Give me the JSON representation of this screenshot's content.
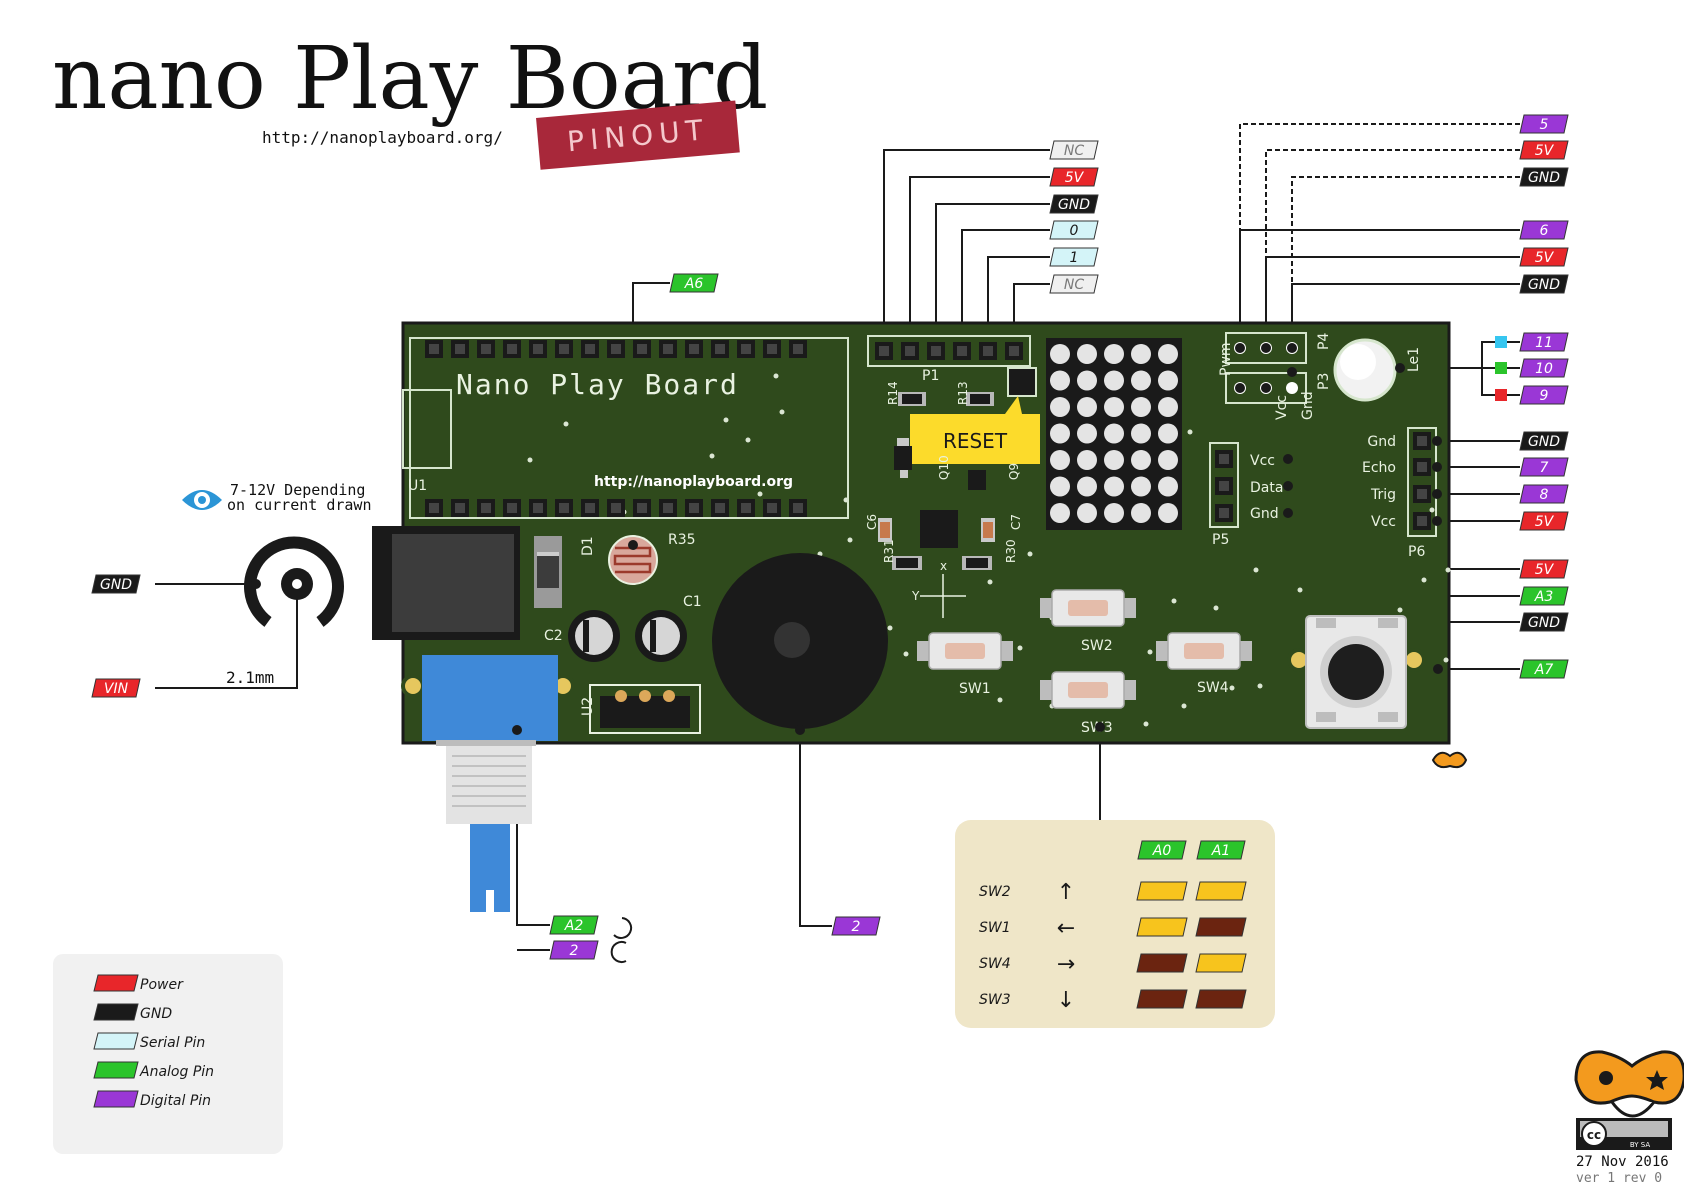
{
  "header": {
    "title": "nano Play Board",
    "url": "http://nanoplayboard.org/",
    "pinout_badge": "PINOUT"
  },
  "colors": {
    "power": "#e8262a",
    "gnd": "#1a1a1a",
    "serial": "#d4f4f8",
    "analog": "#2bc42b",
    "digital": "#9a37d6",
    "nc": "#f0f0f0",
    "pcb": "#2f4a1c",
    "reset": "#fcdb2b"
  },
  "board": {
    "silk_title": "Nano Play Board",
    "silk_url": "http://nanoplayboard.org",
    "reset_label": "RESET",
    "u1": "U1",
    "u2": "U2",
    "d1": "D1",
    "r35": "R35",
    "c1": "C1",
    "c2": "C2",
    "p1": "P1",
    "p3": "P3",
    "p4": "P4",
    "p5": "P5",
    "p6": "P6",
    "pwm": "Pwm",
    "vcc": "Vcc",
    "gnd": "Gnd",
    "led1": "Le1",
    "r14": "R14",
    "r13": "R13",
    "q10": "Q10",
    "q9": "Q9",
    "c6": "C6",
    "c7": "C7",
    "r31": "R31",
    "r30": "R30",
    "axis_x": "x",
    "axis_y": "Y",
    "sw1": "SW1",
    "sw2": "SW2",
    "sw3": "SW3",
    "sw4": "SW4",
    "p5_labels": [
      "Vcc",
      "Data",
      "Gnd"
    ],
    "p6_labels": [
      "Gnd",
      "Echo",
      "Trig",
      "Vcc"
    ]
  },
  "p1_tags": [
    "NC",
    "5V",
    "GND",
    "0",
    "1",
    "NC"
  ],
  "p3p4_tags": [
    "5",
    "5V",
    "GND",
    "6",
    "5V",
    "GND"
  ],
  "led_tags": [
    "11",
    "10",
    "9"
  ],
  "p6_tags": [
    "GND",
    "7",
    "8",
    "5V"
  ],
  "p5_tags": [
    "5V",
    "A3",
    "GND"
  ],
  "joystick_tag": "A7",
  "ldr_tag": "A6",
  "power_jack": {
    "note_line1": "7-12V Depending",
    "note_line2": "on current drawn",
    "gnd_tag": "GND",
    "vin_tag": "VIN",
    "size": "2.1mm"
  },
  "pot_tags": [
    "A2",
    "2"
  ],
  "buzzer_tag": "2",
  "switch_table": {
    "headers": [
      "A0",
      "A1"
    ],
    "rows": [
      {
        "name": "SW2",
        "arrow": "↑",
        "a0": "#f7c41d",
        "a1": "#f7c41d"
      },
      {
        "name": "SW1",
        "arrow": "←",
        "a0": "#f7c41d",
        "a1": "#6b2410"
      },
      {
        "name": "SW4",
        "arrow": "→",
        "a0": "#6b2410",
        "a1": "#f7c41d"
      },
      {
        "name": "SW3",
        "arrow": "↓",
        "a0": "#6b2410",
        "a1": "#6b2410"
      }
    ]
  },
  "legend": [
    {
      "label": "Power",
      "color": "#e8262a"
    },
    {
      "label": "GND",
      "color": "#1a1a1a"
    },
    {
      "label": "Serial Pin",
      "color": "#d4f4f8"
    },
    {
      "label": "Analog Pin",
      "color": "#2bc42b"
    },
    {
      "label": "Digital Pin",
      "color": "#9a37d6"
    }
  ],
  "footer": {
    "date": "27 Nov 2016",
    "version": "ver 1 rev 0",
    "license": "BY SA"
  }
}
